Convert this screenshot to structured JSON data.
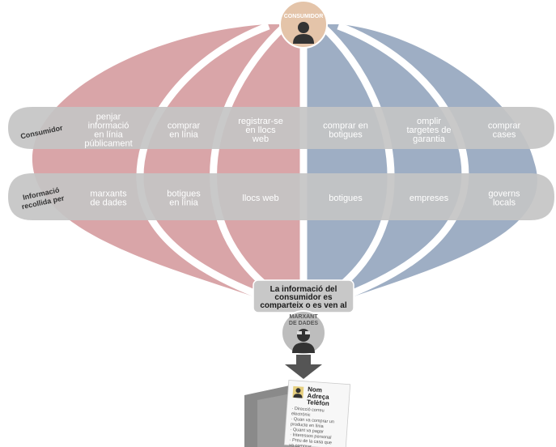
{
  "top": {
    "consumer_title": "CONSUMIDOR"
  },
  "bands": {
    "consumer_label": "Consumidor",
    "collected_label_lines": [
      "Informació",
      "recollida per"
    ]
  },
  "columns": [
    {
      "action": [
        "penjar",
        "informació",
        "en línia",
        "públicament"
      ],
      "collector": [
        "marxants",
        "de dades"
      ],
      "tone": "red"
    },
    {
      "action": [
        "comprar",
        "en línia"
      ],
      "collector": [
        "botigues",
        "en línia"
      ],
      "tone": "red"
    },
    {
      "action": [
        "registrar-se",
        "en llocs",
        "web"
      ],
      "collector": [
        "llocs web"
      ],
      "tone": "red"
    },
    {
      "action": [
        "comprar en",
        "botigues"
      ],
      "collector": [
        "botigues"
      ],
      "tone": "blue"
    },
    {
      "action": [
        "omplir",
        "targetes de",
        "garantia"
      ],
      "collector": [
        "empreses"
      ],
      "tone": "blue"
    },
    {
      "action": [
        "comprar",
        "cases"
      ],
      "collector": [
        "governs",
        "locals"
      ],
      "tone": "blue"
    }
  ],
  "info_box": {
    "lines": [
      "La informació del",
      "consumidor es",
      "comparteix o es ven al"
    ]
  },
  "broker": {
    "lines": [
      "MARXANT",
      "DE DADES"
    ]
  },
  "document": {
    "header": [
      "Nom",
      "Adreça",
      "Telèfon"
    ],
    "items": [
      "· Direcció correu",
      "  electrònic",
      "· Quan va comprar un",
      "  producte en línia",
      "· Quant va pagar",
      "· Interessos personal",
      "· Preu de la casa que",
      "  va comprar"
    ]
  },
  "colors": {
    "red": "#d9a5a8",
    "blue": "#9eaec4",
    "band": "#c4c4c4",
    "consumer_circle": "#e4c4a9",
    "icon": "#333333",
    "arrow": "#555555",
    "folder": "#8a8a8a"
  }
}
